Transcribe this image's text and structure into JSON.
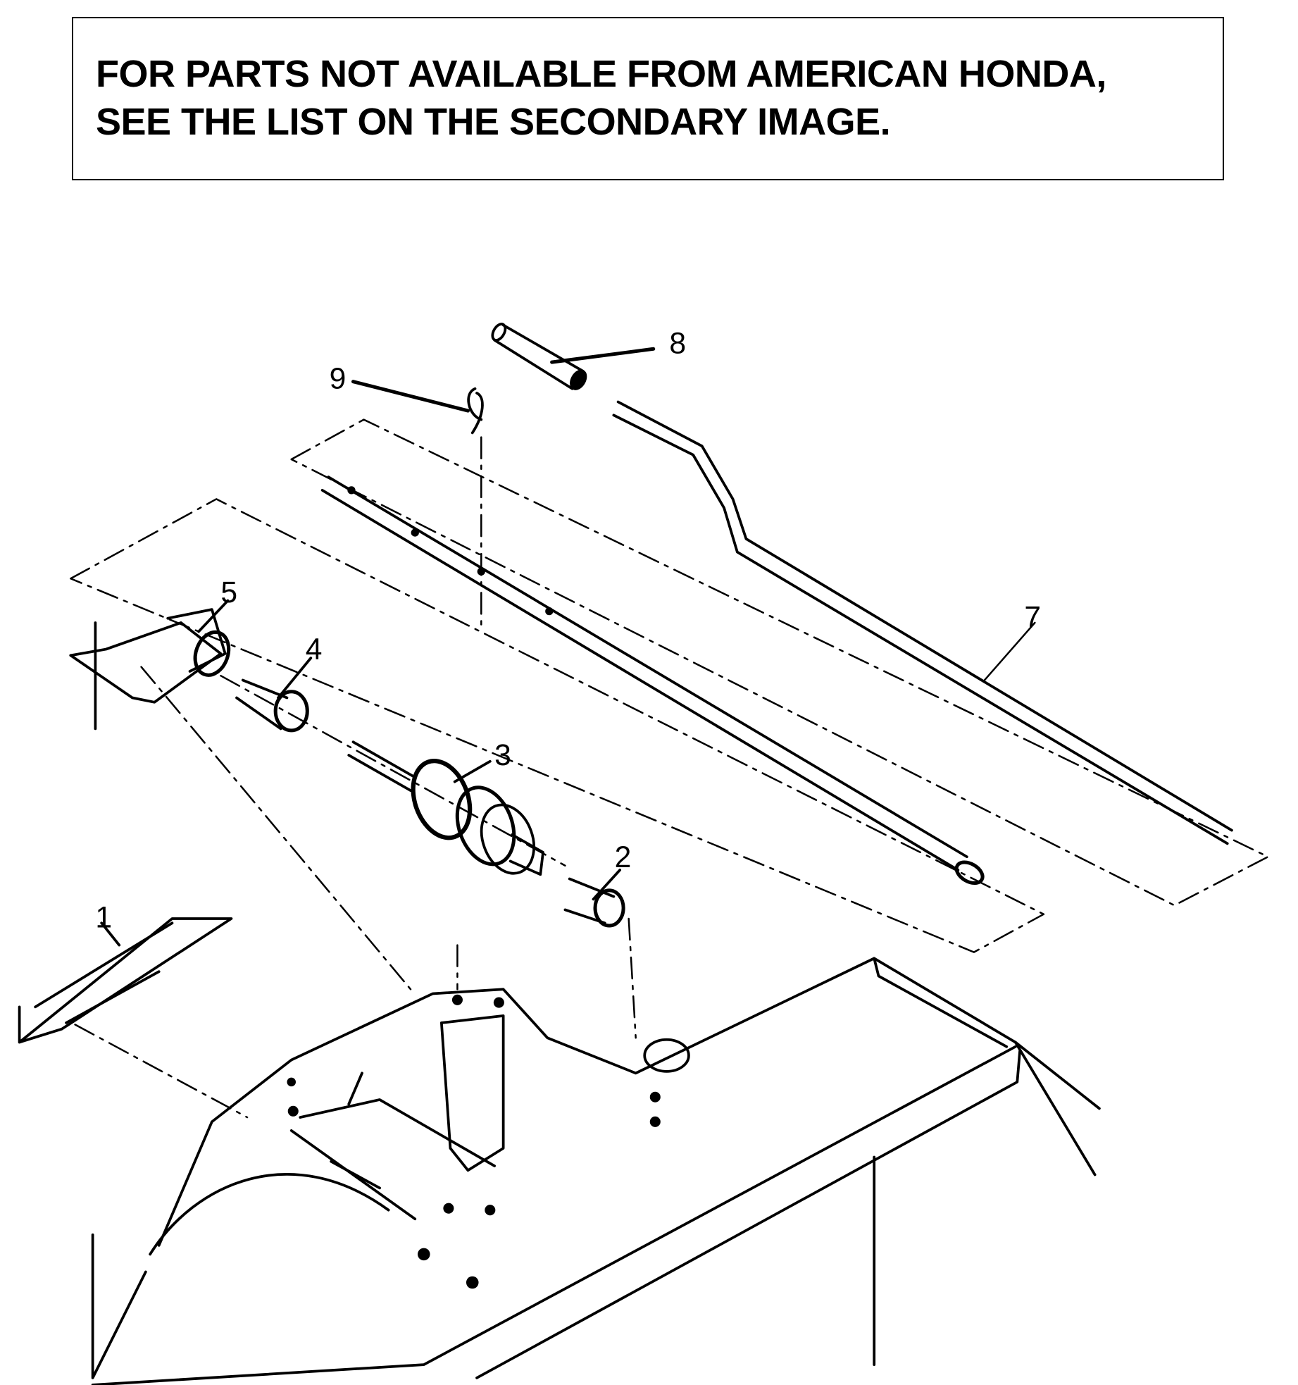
{
  "notice": {
    "line1": "FOR PARTS NOT AVAILABLE FROM AMERICAN HONDA,",
    "line2": "SEE THE LIST ON THE SECONDARY IMAGE."
  },
  "callouts": [
    "1",
    "2",
    "3",
    "4",
    "5",
    "7",
    "8",
    "9"
  ]
}
